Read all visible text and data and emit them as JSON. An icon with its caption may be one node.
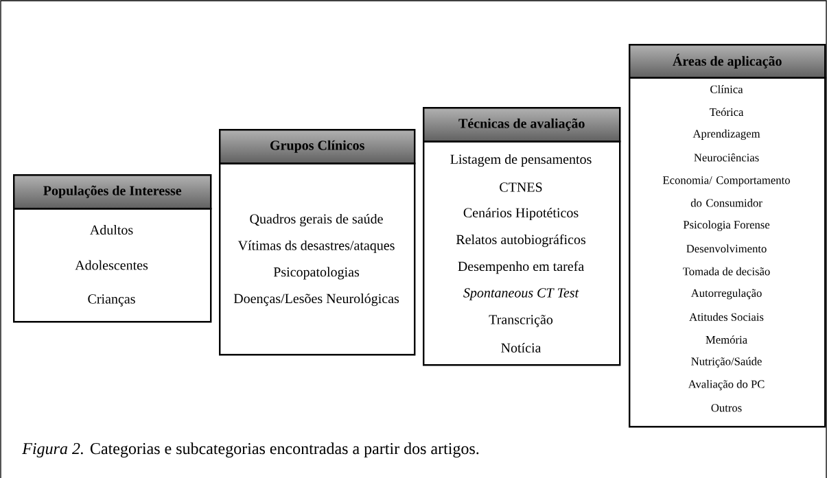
{
  "diagram": {
    "caption": "*Figura 2.* Categorias e subcategorias encontradas a partir dos artigos.",
    "nodes": [
      {
        "text": [
          "Populações de Interesse",
          "Adultos",
          "Adolescentes",
          "Crianças"
        ]
      },
      {
        "text": [
          "Grupos Clínicos",
          "Quadros gerais de saúde",
          "Vítimas ds desastres/ataques",
          "Psicopatologias",
          "Doenças/Lesões Neurológicas"
        ]
      },
      {
        "text": [
          "Técnicas de avaliação",
          "Listagem de pensamentos",
          "CTNES",
          "Cenários Hipotéticos",
          "Relatos autobiográficos",
          "Desempenho em tarefa",
          "Spontaneous CT Test",
          "Transcrição",
          "Notícia"
        ]
      },
      {
        "text": [
          "Áreas de aplicação",
          "Clínica",
          "Teórica",
          "Aprendizagem",
          "Neurociências",
          "Economia/ Comportamento do Consumidor",
          "Psicologia Forense",
          "Desenvolvimento",
          "Tomada de decisão",
          "Autorregulação",
          "Atitudes Sociais",
          "Memória",
          "Nutrição/Saúde",
          "Avaliação do PC",
          "Outros"
        ]
      }
    ],
    "edges": []
  }
}
